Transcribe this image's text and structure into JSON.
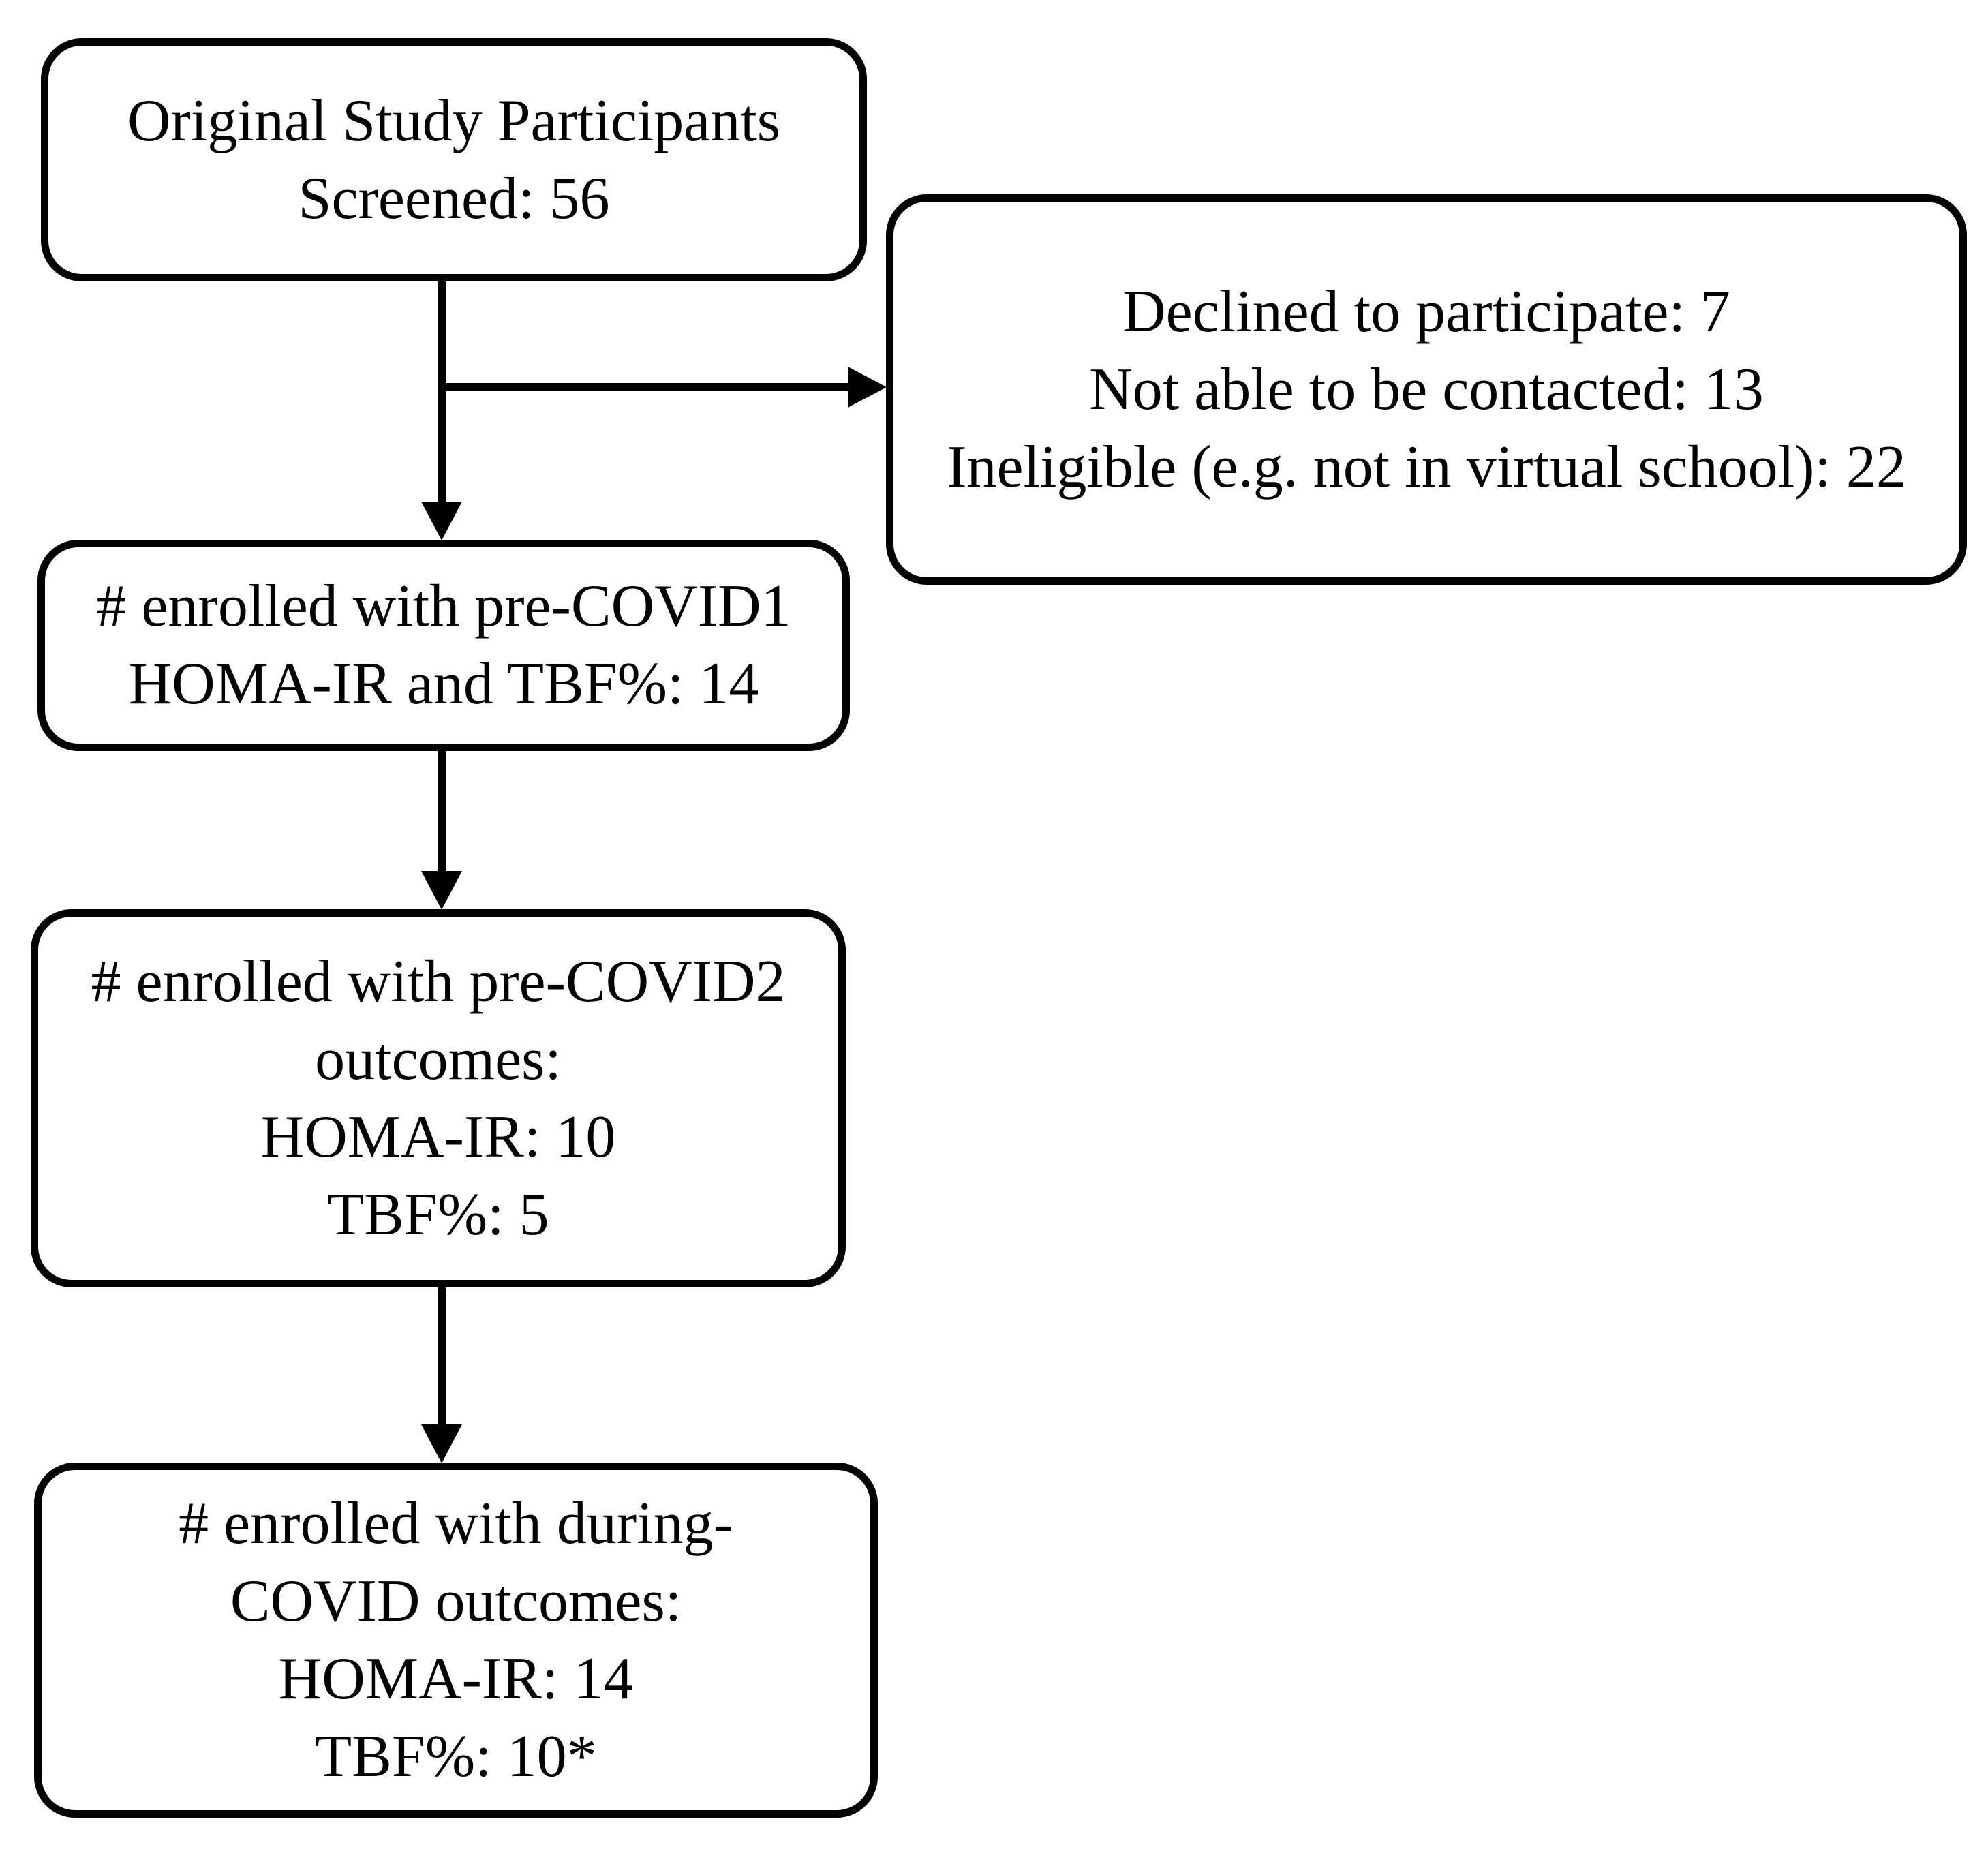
{
  "diagram": {
    "type": "participant-flow-chart",
    "colors": {
      "stroke": "#000000",
      "background": "#ffffff",
      "text": "#000000"
    },
    "boxes": {
      "screened": {
        "lines": [
          "Original Study Participants",
          "Screened: 56"
        ]
      },
      "excluded": {
        "lines": [
          "Declined to participate: 7",
          "Not able to be contacted: 13",
          "Ineligible (e.g. not in virtual school): 22"
        ]
      },
      "pre_covid1": {
        "lines": [
          "# enrolled with pre-COVID1",
          "HOMA-IR and TBF%: 14"
        ]
      },
      "pre_covid2": {
        "lines": [
          "# enrolled with pre-COVID2",
          "outcomes:",
          "HOMA-IR: 10",
          "TBF%: 5"
        ]
      },
      "during_covid": {
        "lines": [
          "# enrolled with during-",
          "COVID outcomes:",
          "HOMA-IR: 14",
          "TBF%: 10*"
        ]
      }
    },
    "edges": [
      {
        "from": "screened",
        "to": "pre_covid1",
        "direction": "down"
      },
      {
        "from": "screened",
        "to": "excluded",
        "direction": "right"
      },
      {
        "from": "pre_covid1",
        "to": "pre_covid2",
        "direction": "down"
      },
      {
        "from": "pre_covid2",
        "to": "during_covid",
        "direction": "down"
      }
    ]
  }
}
